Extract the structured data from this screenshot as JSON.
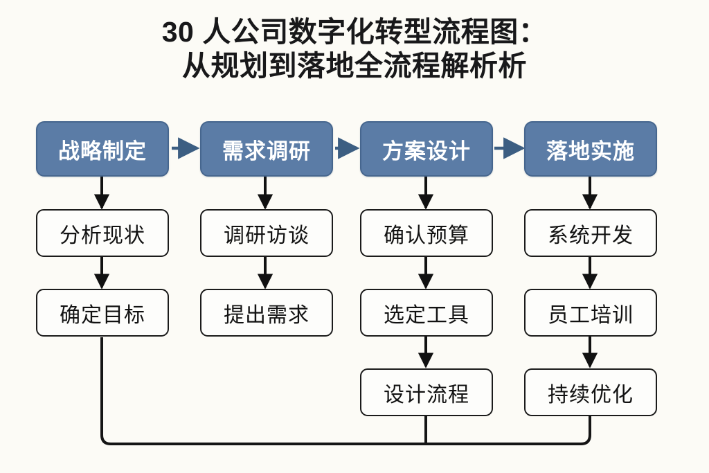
{
  "title": {
    "line1": "30 人公司数字化转型流程图：",
    "line2": "从规划到落地全流程解析析"
  },
  "colors": {
    "background": "#fcfbf6",
    "phase_fill": "#5b7ca6",
    "phase_border": "#46668e",
    "phase_text": "#ffffff",
    "step_fill": "#fdfdfb",
    "step_border": "#1b1b1b",
    "step_text": "#121212",
    "arrow_horizontal": "#3c5e82",
    "arrow_vertical": "#111111",
    "title_text": "#18181a"
  },
  "diagram": {
    "type": "flowchart",
    "orientation": "top-down-columns",
    "columns": [
      {
        "phase": "战略制定",
        "steps": [
          "分析现状",
          "确定目标"
        ]
      },
      {
        "phase": "需求调研",
        "steps": [
          "调研访谈",
          "提出需求"
        ]
      },
      {
        "phase": "方案设计",
        "steps": [
          "确认预算",
          "选定工具",
          "设计流程"
        ]
      },
      {
        "phase": "落地实施",
        "steps": [
          "系统开发",
          "员工培训",
          "持续优化"
        ]
      }
    ],
    "phase_arrows": [
      {
        "from": "战略制定",
        "to": "需求调研"
      },
      {
        "from": "需求调研",
        "to": "方案设计"
      },
      {
        "from": "方案设计",
        "to": "落地实施"
      }
    ],
    "feedback_loop": {
      "label": "",
      "from": [
        "确定目标",
        "设计流程"
      ],
      "to": "持续优化",
      "style": "rounded-orthogonal"
    }
  }
}
